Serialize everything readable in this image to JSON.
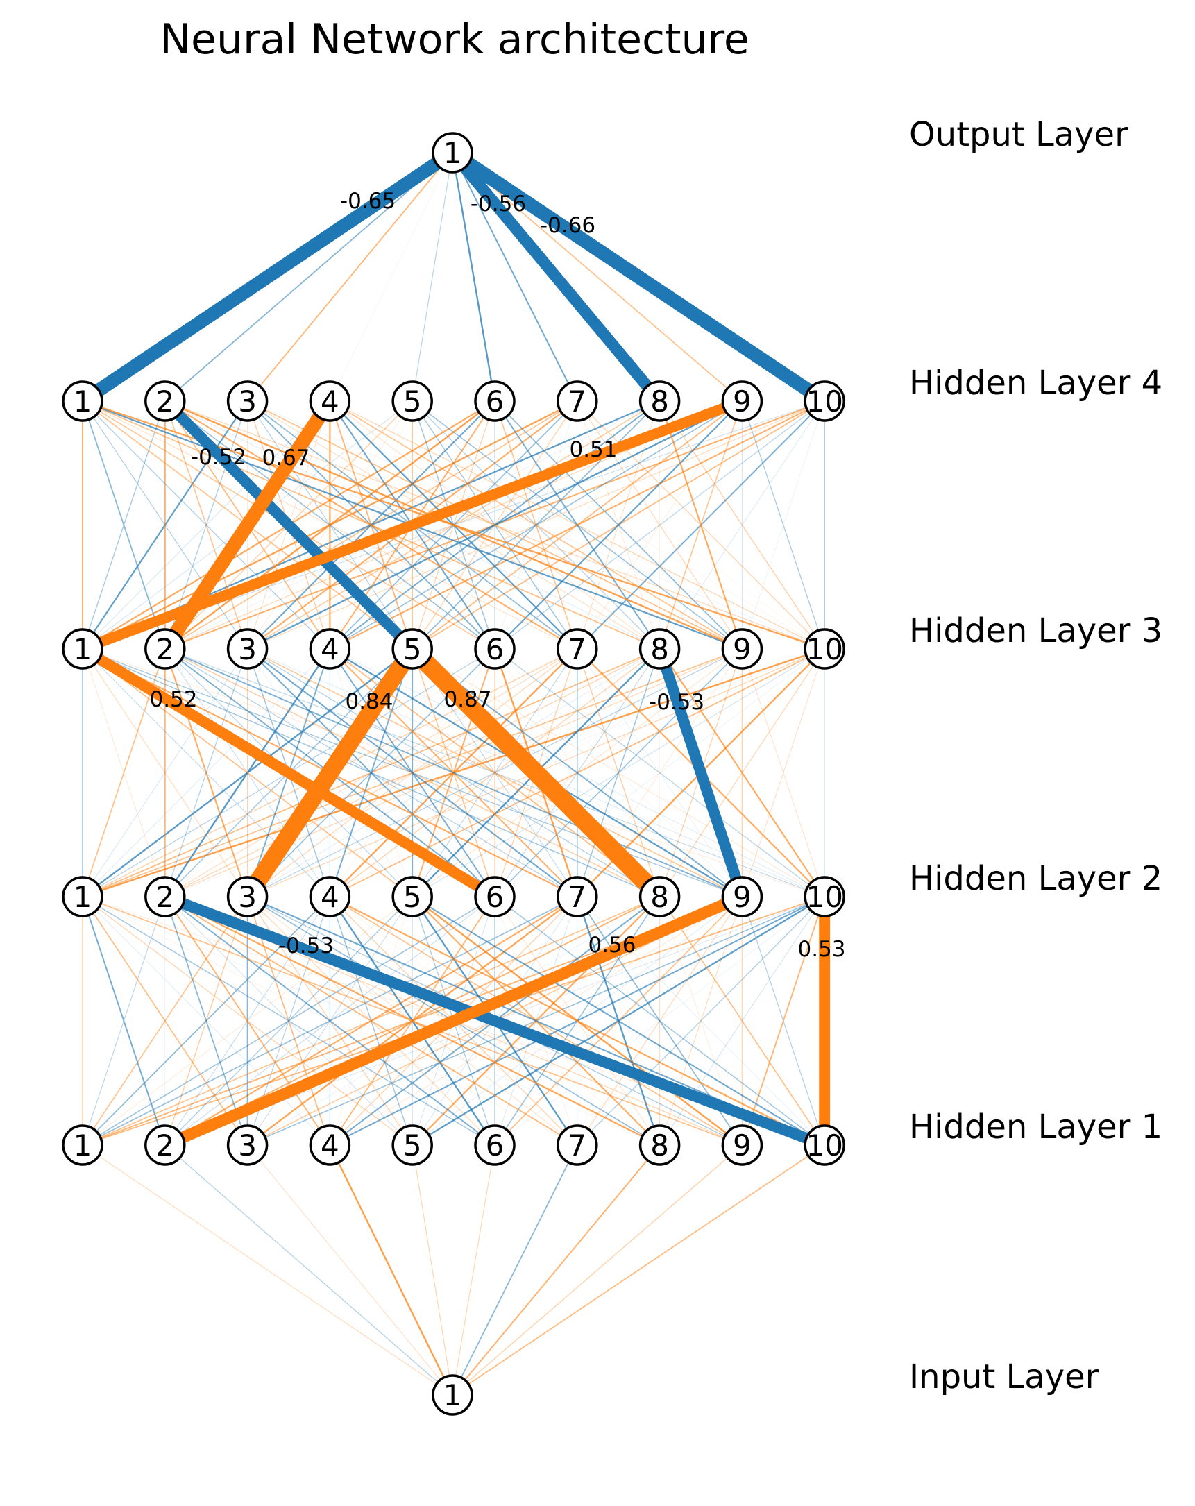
{
  "title": "Neural Network architecture",
  "colors": {
    "positive": "#ff7f0e",
    "negative": "#1f77b4",
    "node_stroke": "#000000",
    "node_fill": "#ffffff"
  },
  "layers": [
    {
      "name": "Input Layer",
      "size": 1
    },
    {
      "name": "Hidden Layer 1",
      "size": 10
    },
    {
      "name": "Hidden Layer 2",
      "size": 10
    },
    {
      "name": "Hidden Layer 3",
      "size": 10
    },
    {
      "name": "Hidden Layer 4",
      "size": 10
    },
    {
      "name": "Output Layer",
      "size": 1
    }
  ],
  "strong_weights": [
    {
      "from_layer": 4,
      "from_node": 1,
      "to_layer": 5,
      "to_node": 1,
      "weight": -0.65,
      "label": "-0.65"
    },
    {
      "from_layer": 4,
      "from_node": 8,
      "to_layer": 5,
      "to_node": 1,
      "weight": -0.56,
      "label": "-0.56"
    },
    {
      "from_layer": 4,
      "from_node": 10,
      "to_layer": 5,
      "to_node": 1,
      "weight": -0.66,
      "label": "-0.66"
    },
    {
      "from_layer": 3,
      "from_node": 5,
      "to_layer": 4,
      "to_node": 2,
      "weight": -0.52,
      "label": "-0.52"
    },
    {
      "from_layer": 3,
      "from_node": 2,
      "to_layer": 4,
      "to_node": 4,
      "weight": 0.67,
      "label": "0.67"
    },
    {
      "from_layer": 3,
      "from_node": 1,
      "to_layer": 4,
      "to_node": 9,
      "weight": 0.51,
      "label": "0.51"
    },
    {
      "from_layer": 2,
      "from_node": 6,
      "to_layer": 3,
      "to_node": 1,
      "weight": 0.52,
      "label": "0.52"
    },
    {
      "from_layer": 2,
      "from_node": 3,
      "to_layer": 3,
      "to_node": 5,
      "weight": 0.84,
      "label": "0.84"
    },
    {
      "from_layer": 2,
      "from_node": 8,
      "to_layer": 3,
      "to_node": 5,
      "weight": 0.87,
      "label": "0.87"
    },
    {
      "from_layer": 2,
      "from_node": 9,
      "to_layer": 3,
      "to_node": 8,
      "weight": -0.53,
      "label": "-0.53"
    },
    {
      "from_layer": 1,
      "from_node": 10,
      "to_layer": 2,
      "to_node": 2,
      "weight": -0.53,
      "label": "-0.53"
    },
    {
      "from_layer": 1,
      "from_node": 2,
      "to_layer": 2,
      "to_node": 9,
      "weight": 0.56,
      "label": "0.56"
    },
    {
      "from_layer": 1,
      "from_node": 10,
      "to_layer": 2,
      "to_node": 10,
      "weight": 0.53,
      "label": "0.53"
    }
  ]
}
